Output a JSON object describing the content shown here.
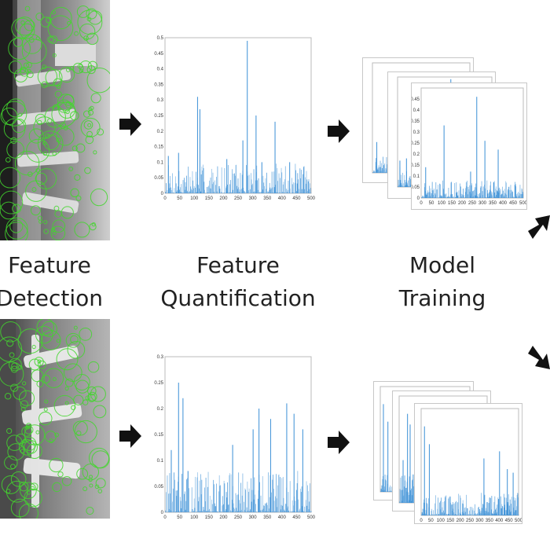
{
  "labels": {
    "detection": [
      "Feature",
      "Detection"
    ],
    "quantification": [
      "Feature",
      "Quantification"
    ],
    "training": [
      "Model",
      "Training"
    ]
  },
  "colors": {
    "bar": "#3a8fd6",
    "feature_marker": "#43d62e",
    "arrow": "#111111"
  },
  "chart_data": [
    {
      "type": "bar",
      "id": "top-quantification",
      "xlim": [
        0,
        500
      ],
      "ylim": [
        0,
        0.5
      ],
      "xticks": [
        0,
        50,
        100,
        150,
        200,
        250,
        300,
        350,
        400,
        450,
        500
      ],
      "yticks": [
        0,
        0.05,
        0.1,
        0.15,
        0.2,
        0.25,
        0.3,
        0.35,
        0.4,
        0.45,
        0.5
      ],
      "peaks": [
        [
          280,
          0.49
        ],
        [
          110,
          0.31
        ],
        [
          118,
          0.27
        ],
        [
          310,
          0.25
        ],
        [
          375,
          0.23
        ],
        [
          265,
          0.17
        ],
        [
          45,
          0.13
        ],
        [
          10,
          0.12
        ],
        [
          210,
          0.11
        ],
        [
          330,
          0.1
        ],
        [
          425,
          0.1
        ]
      ],
      "baseline_range": [
        0.0,
        0.06
      ],
      "seed": 7
    },
    {
      "type": "bar",
      "id": "bottom-quantification",
      "xlim": [
        0,
        500
      ],
      "ylim": [
        0,
        0.3
      ],
      "xticks": [
        0,
        50,
        100,
        150,
        200,
        250,
        300,
        350,
        400,
        450,
        500
      ],
      "yticks": [
        0,
        0.05,
        0.1,
        0.15,
        0.2,
        0.25,
        0.3
      ],
      "peaks": [
        [
          45,
          0.25
        ],
        [
          60,
          0.22
        ],
        [
          320,
          0.2
        ],
        [
          415,
          0.21
        ],
        [
          360,
          0.18
        ],
        [
          440,
          0.19
        ],
        [
          300,
          0.16
        ],
        [
          470,
          0.16
        ],
        [
          20,
          0.12
        ],
        [
          230,
          0.13
        ]
      ],
      "baseline_range": [
        0.0,
        0.05
      ],
      "seed": 13
    },
    {
      "type": "bar",
      "id": "top-training-front",
      "xlim": [
        0,
        500
      ],
      "ylim": [
        0,
        0.5
      ],
      "xticks": [
        0,
        50,
        100,
        150,
        200,
        250,
        300,
        350,
        400,
        450,
        500
      ],
      "yticks": [
        0,
        0.05,
        0.1,
        0.15,
        0.2,
        0.25,
        0.3,
        0.35,
        0.4,
        0.45
      ],
      "peaks": [
        [
          270,
          0.46
        ],
        [
          110,
          0.33
        ],
        [
          310,
          0.26
        ],
        [
          375,
          0.22
        ],
        [
          20,
          0.14
        ],
        [
          240,
          0.12
        ]
      ],
      "baseline_range": [
        0.0,
        0.05
      ],
      "seed": 21
    },
    {
      "type": "bar",
      "id": "bottom-training-front",
      "xlim": [
        0,
        500
      ],
      "ylim": [
        0,
        0.3
      ],
      "xticks": [
        0,
        50,
        100,
        150,
        200,
        250,
        300,
        350,
        400,
        450,
        500
      ],
      "yticks": [],
      "peaks": [
        [
          15,
          0.25
        ],
        [
          40,
          0.2
        ],
        [
          320,
          0.16
        ],
        [
          400,
          0.18
        ],
        [
          440,
          0.13
        ],
        [
          470,
          0.12
        ]
      ],
      "baseline_range": [
        0.0,
        0.04
      ],
      "seed": 33
    }
  ]
}
